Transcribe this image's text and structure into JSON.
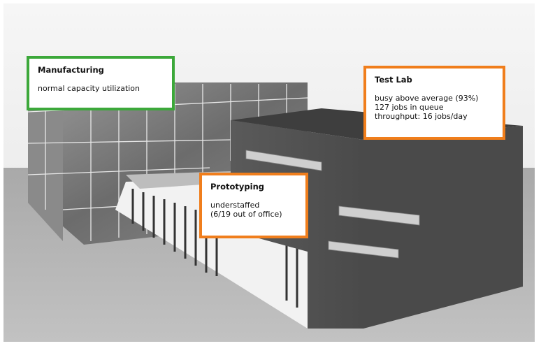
{
  "callouts": {
    "manufacturing": {
      "title": "Manufacturing",
      "lines": [
        "normal capacity utilization"
      ],
      "status_color": "#3ca83a"
    },
    "test_lab": {
      "title": "Test Lab",
      "lines": [
        "busy above average (93%)",
        "127 jobs in queue",
        "throughput: 16 jobs/day"
      ],
      "status_color": "#f07e1c"
    },
    "prototyping": {
      "title": "Prototyping",
      "lines": [
        "understaffed",
        "(6/19 out of office)"
      ],
      "status_color": "#f07e1c"
    }
  }
}
